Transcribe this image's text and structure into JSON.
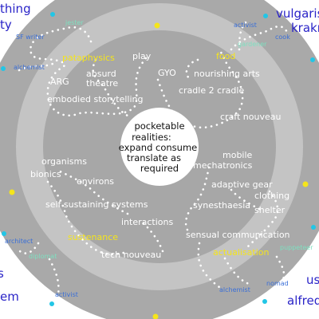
{
  "colors": {
    "background": "#ffffff",
    "outer_ring": "#a9a9a9",
    "middle_ring": "#c4c4c4",
    "inner_disc": "#a7a7a7",
    "center": "#ffffff",
    "category": "#f5e51b",
    "role": "#7ee0c0",
    "role_blue": "#3a6fd8",
    "corner_text": "#2a24c8",
    "item_text": "#ffffff",
    "dots": "#ffffff",
    "marker_yellow": "#f5e51b",
    "marker_cyan": "#22c6e6"
  },
  "center": {
    "line1": "pocketable",
    "line2": "realities:",
    "line3": "expand  consume",
    "line4": "translate as",
    "line5": "required"
  },
  "categories": {
    "pataphysics": "pataphysics",
    "food": "food",
    "sustenance": "sustenance",
    "actualisation": "actualisation"
  },
  "items": {
    "play": "play",
    "arg": "ARG",
    "absurd": "absurd",
    "theatre": "theatre",
    "embodied_storytelling": "embodied storytelling",
    "gyo": "GYO",
    "nourishing_arts": "nourishing arts",
    "cradle_2_cradle": "cradle 2 cradle",
    "craft_nouveau": "craft nouveau",
    "organisms": "organisms",
    "bionics": "bionics",
    "environs": "environs",
    "self_sustaining_systems": "self sustaining systems",
    "interactions": "interactions",
    "tech_nouveau": "tech nouveau",
    "mobile": "mobile",
    "mechatronics": "mechatronics",
    "adaptive_gear": "adaptive gear",
    "clothing": "clothing",
    "synesthaesia": "synesthaesia",
    "shelter": "shelter",
    "sensual_communication": "sensual communication"
  },
  "roles": {
    "jester": "jester",
    "sf_writer": "SF writer",
    "alchemist_top": "alchemist",
    "activist_top": "activist",
    "cook": "cook",
    "gardener": "gardener",
    "architect": "architect",
    "diplomat": "diplomat",
    "activist_bottom": "activist",
    "puppeteer": "puppeteer",
    "alchemist_bottom": "alchemist",
    "nomad": "nomad"
  },
  "corners": {
    "top_left_1": "thing",
    "top_left_2": "ty",
    "top_right_1": "vulgaris",
    "top_right_2": "krakr",
    "bottom_left_1": "s",
    "bottom_left_2": "em",
    "bottom_right_1": "us",
    "bottom_right_2": "alfred"
  }
}
